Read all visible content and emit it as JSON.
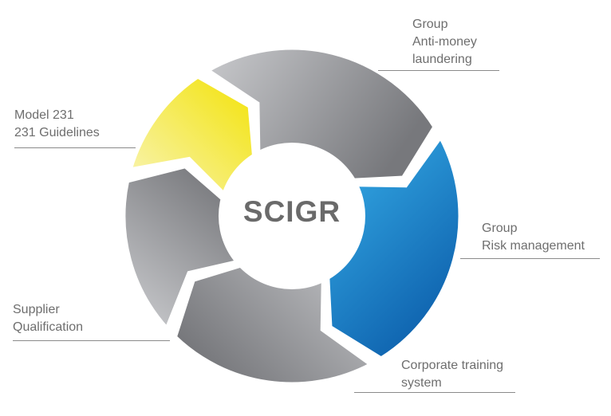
{
  "center": {
    "title": "SCIGR"
  },
  "segments": [
    {
      "id": "anti-money",
      "lines": [
        "Group",
        "Anti-money",
        "laundering"
      ],
      "color": "#9a9ba0"
    },
    {
      "id": "risk",
      "lines": [
        "Group",
        "Risk management"
      ],
      "color": "#1f86cf"
    },
    {
      "id": "training",
      "lines": [
        "Corporate training",
        "system"
      ],
      "color": "#8e8f94"
    },
    {
      "id": "supplier",
      "lines": [
        "Supplier",
        "Qualification"
      ],
      "color": "#8e8f94"
    },
    {
      "id": "model231",
      "lines": [
        "Model 231",
        "231 Guidelines"
      ],
      "color": "#f2e62a"
    }
  ]
}
